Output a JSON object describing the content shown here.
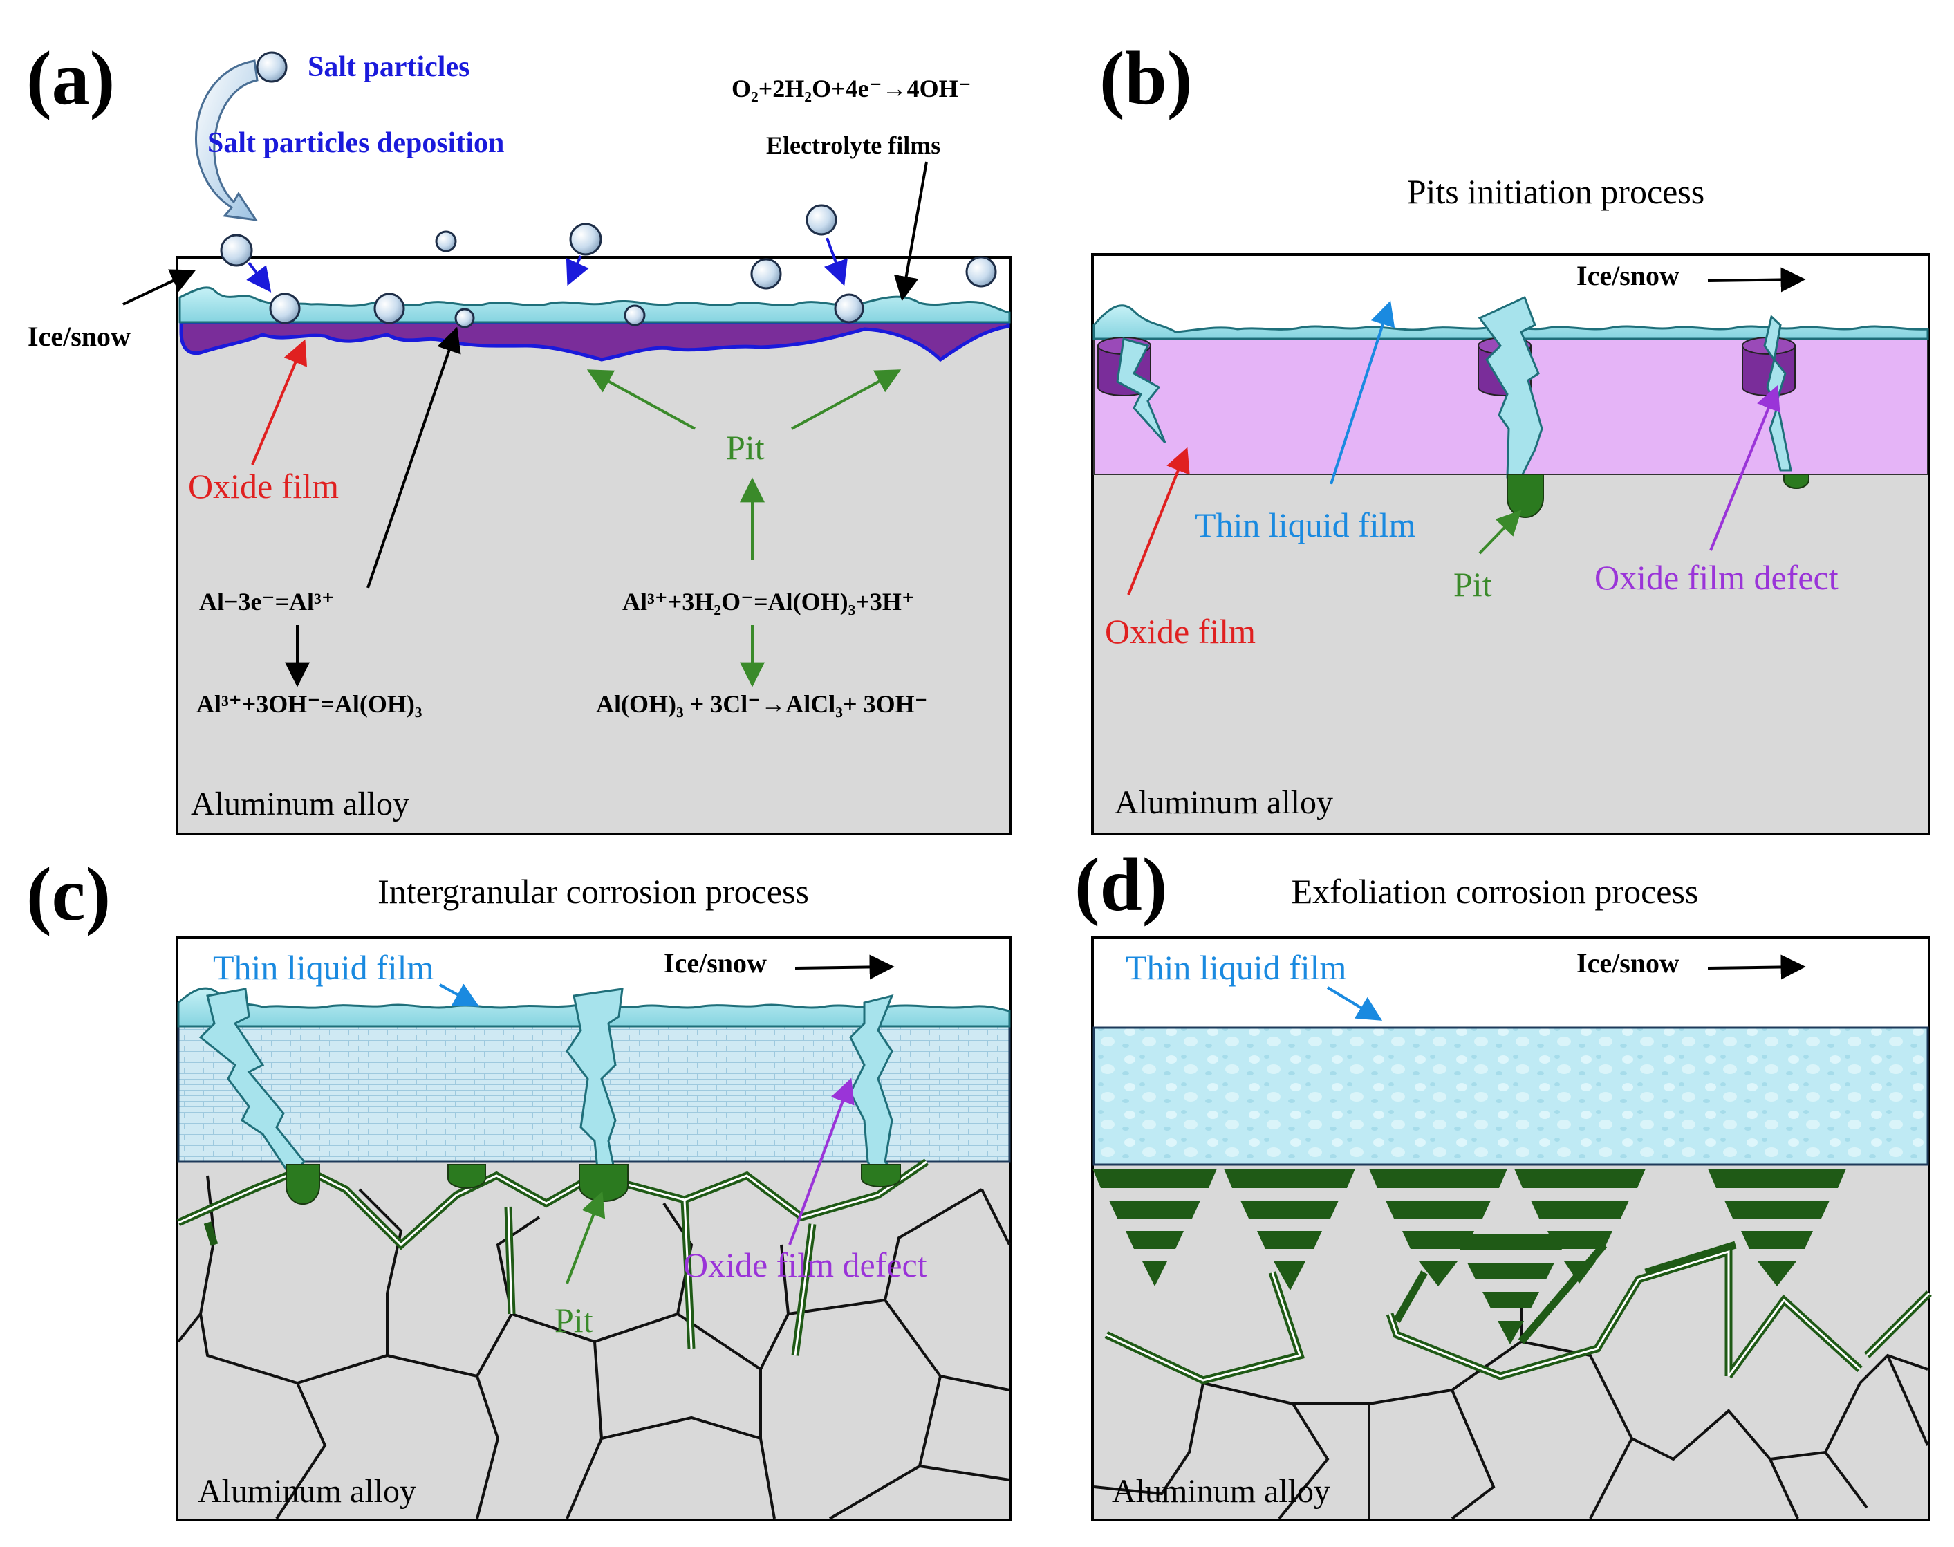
{
  "colors": {
    "alloy": "#d9d9d9",
    "water": "#9fe0ea",
    "water_edge": "#1f6f7a",
    "oxide_a": "#7a2d9a",
    "oxide_b": "#e5b4f7",
    "pit": "#2b7a1f",
    "grain_green": "#1f5a16",
    "blue_text": "#1a1adb",
    "red": "#e02020",
    "green": "#3a8a2a",
    "light_blue": "#1a8ae0",
    "purple": "#9a34d8",
    "black": "#000000"
  },
  "panel_a": {
    "label": "(a)",
    "salt_particles": "Salt particles",
    "salt_deposition": "Salt particles deposition",
    "cathodic_reaction": "O₂+2H₂O+4e⁻→4OH⁻",
    "electrolyte_films": "Electrolyte films",
    "ice_snow": "Ice/snow",
    "oxide_film": "Oxide film",
    "pit": "Pit",
    "anodic_reaction": "Al−3e⁻=Al³⁺",
    "hydroxide_reaction": "Al³⁺+3OH⁻=Al(OH)₃",
    "hydrolysis_reaction": "Al³⁺+3H₂O⁻=Al(OH)₃+3H⁺",
    "chloride_reaction": "Al(OH)₃ + 3Cl⁻→AlCl₃+ 3OH⁻",
    "alloy": "Aluminum alloy"
  },
  "panel_b": {
    "label": "(b)",
    "title": "Pits initiation process",
    "ice_snow": "Ice/snow",
    "thin_liquid_film": "Thin liquid film",
    "oxide_film": "Oxide film",
    "pit": "Pit",
    "oxide_film_defect": "Oxide film defect",
    "alloy": "Aluminum alloy"
  },
  "panel_c": {
    "label": "(c)",
    "title": "Intergranular corrosion process",
    "thin_liquid_film": "Thin liquid film",
    "ice_snow": "Ice/snow",
    "pit": "Pit",
    "oxide_film_defect": "Oxide film defect",
    "alloy": "Aluminum alloy"
  },
  "panel_d": {
    "label": "(d)",
    "title": "Exfoliation corrosion process",
    "thin_liquid_film": "Thin liquid film",
    "ice_snow": "Ice/snow",
    "alloy": "Aluminum alloy"
  }
}
